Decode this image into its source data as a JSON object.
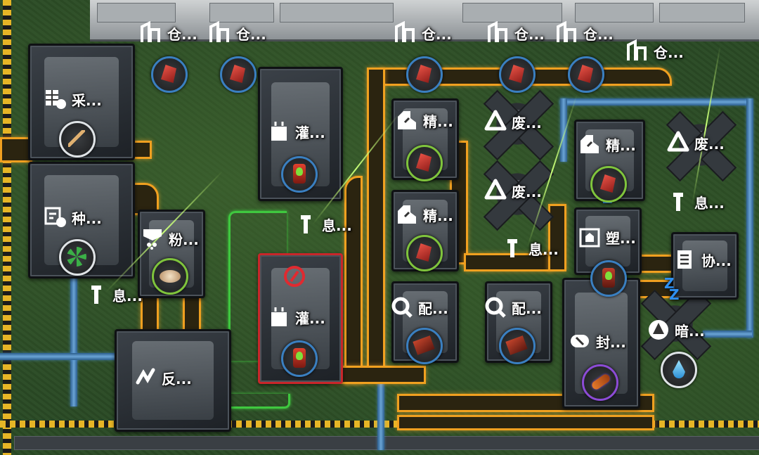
{
  "scene": {
    "type": "factory-top-down"
  },
  "labels": {
    "depot1": "仓...",
    "depot2": "仓...",
    "depot3": "仓...",
    "depot4": "仓...",
    "depot5": "仓...",
    "depot6": "仓...",
    "harvester": "采...",
    "planter": "种...",
    "grinder": "粉...",
    "relay_left": "息...",
    "reactor": "反...",
    "filler_top": "灌...",
    "filler_bottom": "灌...",
    "relay_mid": "息...",
    "refiner1": "精...",
    "refiner2": "精...",
    "recycler1": "废...",
    "recycler2": "废...",
    "recycler3": "废...",
    "refiner3": "精...",
    "relay_right": "息...",
    "relay_center": "息...",
    "molder": "塑...",
    "assembler1": "配...",
    "assembler2": "配...",
    "sealer": "封...",
    "coordinator": "协...",
    "dark_unit": "暗...",
    "zz": "Z\nZ"
  },
  "colors": {
    "belt": "#f0a020",
    "pipe": "#4a90d0",
    "green_pipe": "#3fc83f",
    "hazard": "#e6b526",
    "warning": "#c8262a"
  }
}
